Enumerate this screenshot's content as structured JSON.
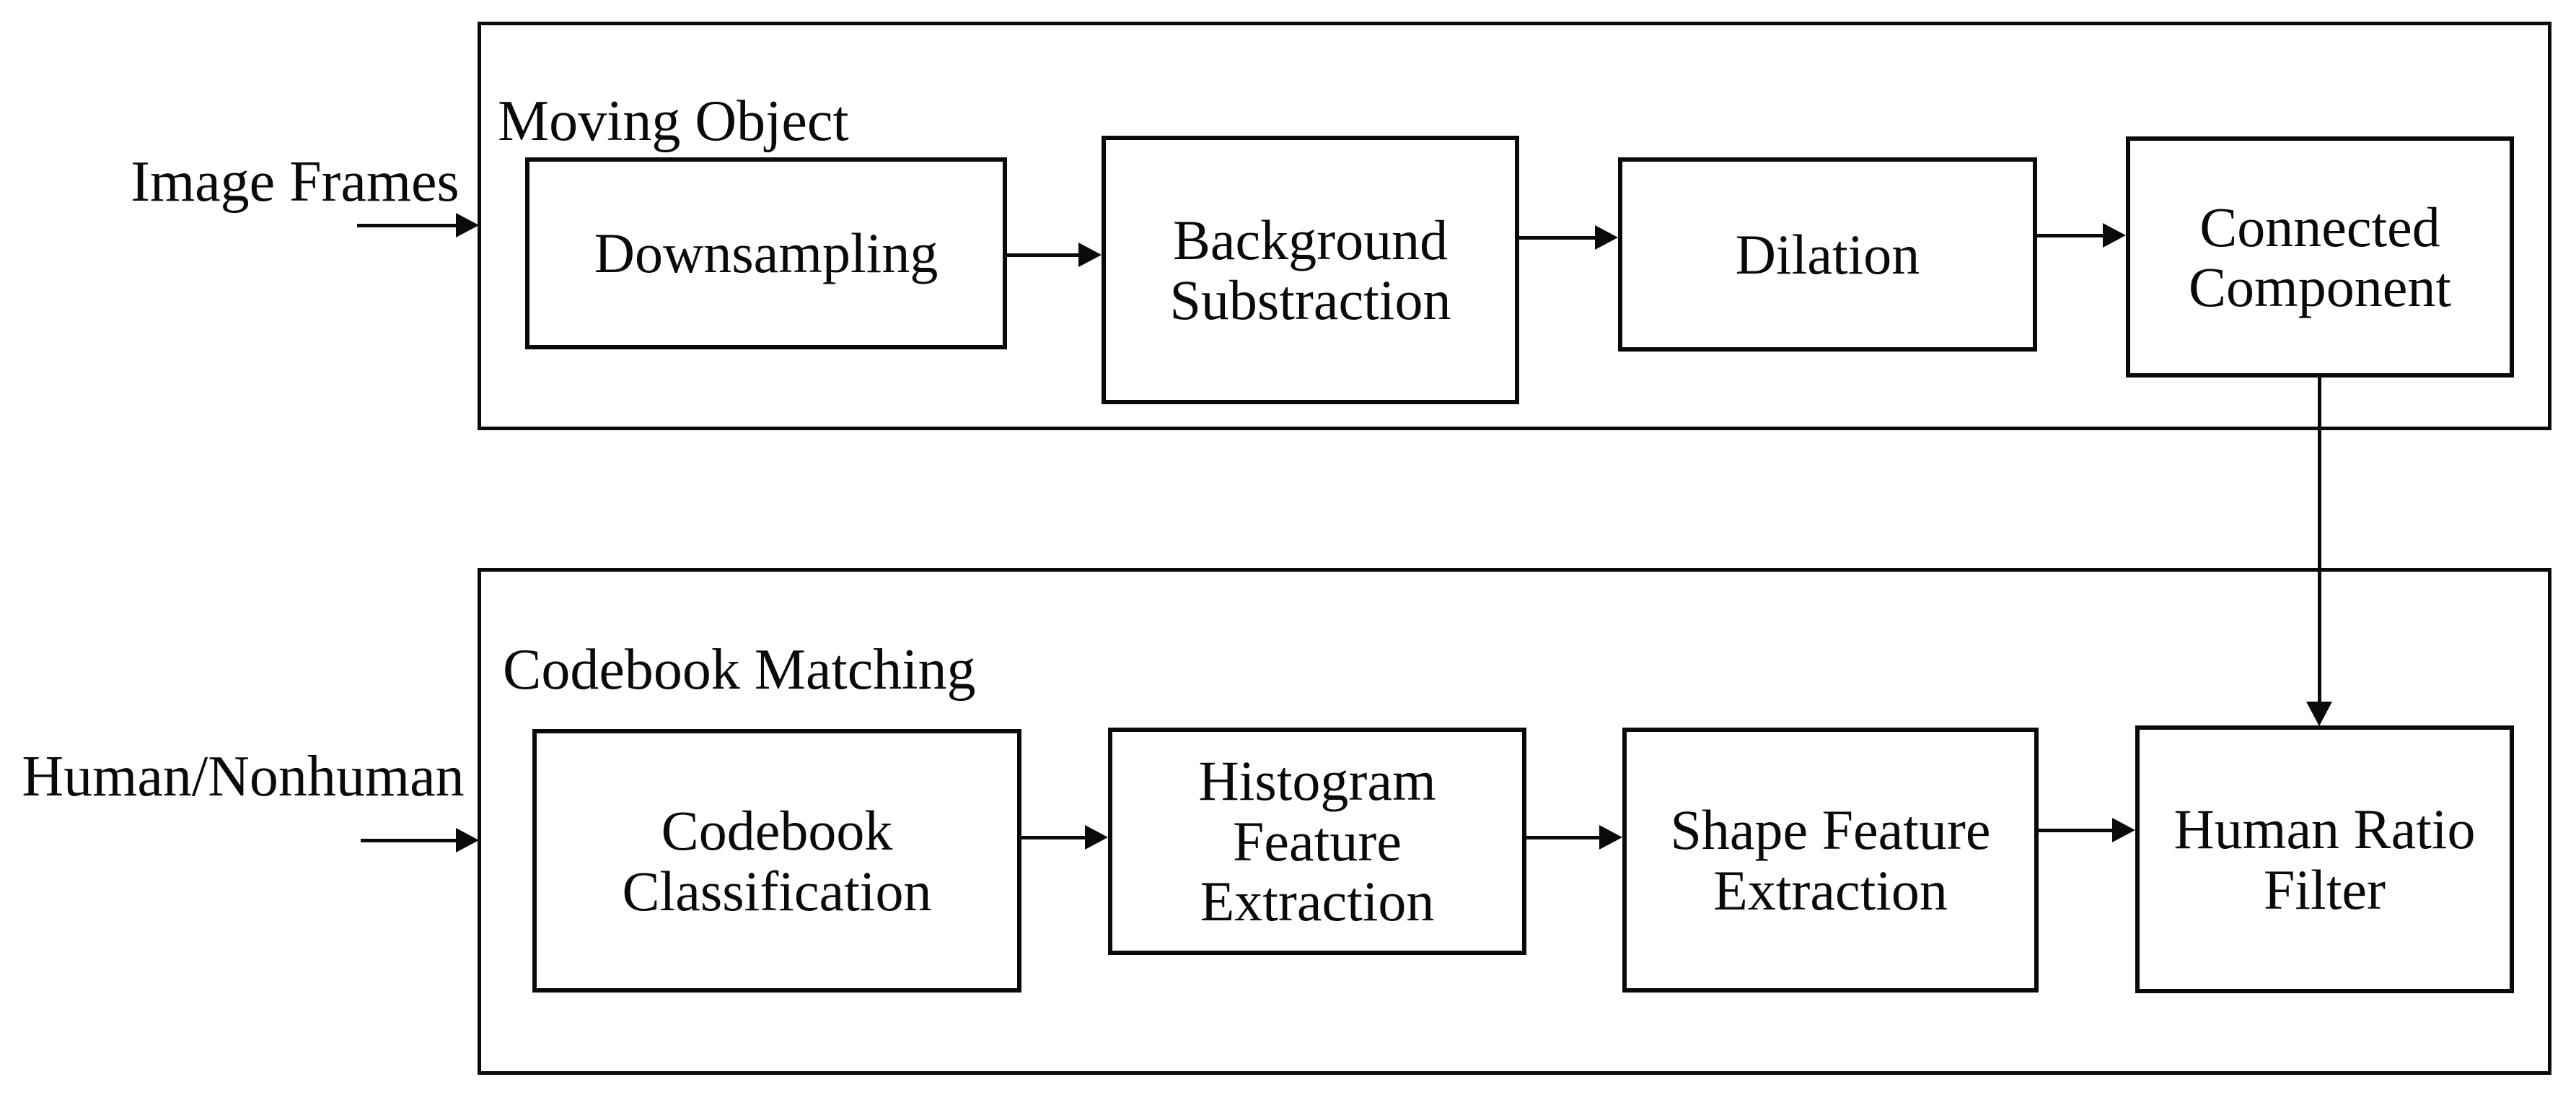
{
  "diagram": {
    "background_color": "#ffffff",
    "line_color": "#0a0a0a",
    "inputs": {
      "top_label": "Image Frames",
      "bottom_label": "Human/Nonhuman"
    },
    "sections": [
      {
        "label": "Moving Object",
        "boxes": [
          {
            "label": "Downsampling"
          },
          {
            "label": "Background Substraction"
          },
          {
            "label": "Dilation"
          },
          {
            "label": "Connected Component"
          }
        ]
      },
      {
        "label": "Codebook Matching",
        "boxes": [
          {
            "label": "Codebook Classification"
          },
          {
            "label": "Histogram Feature Extraction"
          },
          {
            "label": "Shape Feature Extraction"
          },
          {
            "label": "Human Ratio Filter"
          }
        ]
      }
    ]
  }
}
